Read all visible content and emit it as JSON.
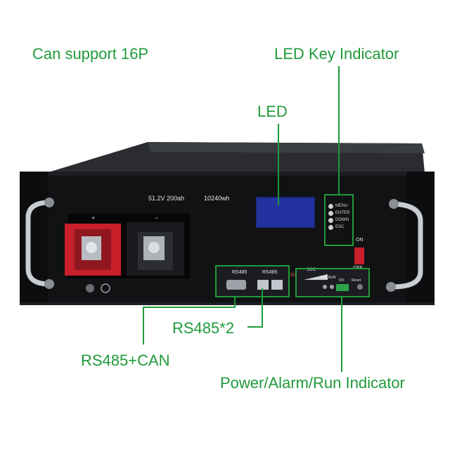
{
  "callouts": {
    "can_support": "Can support 16P",
    "led_key_indicator": "LED Key Indicator",
    "led": "LED",
    "rs485_x2": "RS485*2",
    "rs485_can": "RS485+CAN",
    "power_alarm_run": "Power/Alarm/Run Indicator"
  },
  "panel": {
    "spec_voltage_capacity": "51.2V 200ah",
    "spec_energy": "10240wh",
    "terminal_plus": "+",
    "terminal_minus": "−",
    "port_label_1": "RS485",
    "port_label_2": "RS485",
    "soc_label": "SOC",
    "alm_run_label": "ALM RUN",
    "do_label": "DO",
    "reset_label": "Reset",
    "switch_on": "ON",
    "switch_off": "OFF",
    "id_label": "ID"
  },
  "keys": {
    "menu": "MENU",
    "enter": "ENTER",
    "down": "DOWN",
    "esc": "ESC"
  },
  "colors": {
    "callout_green": "#1f9a3a",
    "panel_black": "#111214",
    "terminal_red": "#c8202a",
    "lcd_blue": "#1a2a8a"
  }
}
